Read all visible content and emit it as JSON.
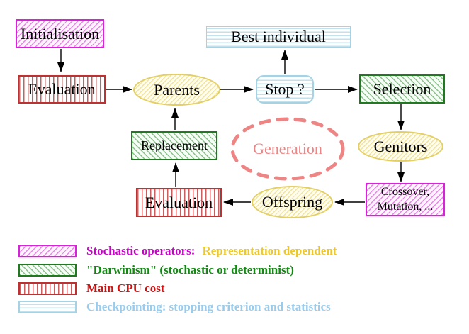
{
  "diagram": {
    "nodes": {
      "initialisation": "Initialisation",
      "evaluation_top": "Evaluation",
      "parents": "Parents",
      "best_individual": "Best individual",
      "stop": "Stop ?",
      "selection": "Selection",
      "genitors": "Genitors",
      "crossover_line1": "Crossover,",
      "crossover_line2": "Mutation, ...",
      "offspring": "Offspring",
      "evaluation_bottom": "Evaluation",
      "replacement": "Replacement",
      "generation": "Generation"
    },
    "edges": [
      {
        "from": "initialisation",
        "to": "evaluation_top"
      },
      {
        "from": "evaluation_top",
        "to": "parents"
      },
      {
        "from": "parents",
        "to": "stop"
      },
      {
        "from": "stop",
        "to": "best_individual"
      },
      {
        "from": "stop",
        "to": "selection"
      },
      {
        "from": "selection",
        "to": "genitors"
      },
      {
        "from": "genitors",
        "to": "crossover"
      },
      {
        "from": "crossover",
        "to": "offspring"
      },
      {
        "from": "offspring",
        "to": "evaluation_bottom"
      },
      {
        "from": "evaluation_bottom",
        "to": "replacement"
      },
      {
        "from": "replacement",
        "to": "parents"
      }
    ],
    "colors": {
      "magenta_border": "#da21da",
      "green_border": "#1f7a1f",
      "red_border": "#bf3030",
      "cyan_border": "#a5d3e4",
      "yellow_border": "#e3cf66",
      "generation_dashed": "#ee8585",
      "arrow": "#000000",
      "node_text": "#000000"
    }
  },
  "legend": {
    "items": [
      {
        "swatch": "magenta-diagonal-hatch",
        "label": "Stochastic operators:",
        "label_color": "#cb00cb",
        "label_secondary": "Representation dependent",
        "label_secondary_color": "#edc82a"
      },
      {
        "swatch": "green-diagonal-hatch",
        "label": "\"Darwinism\" (stochastic or determinist)",
        "label_color": "#128a12"
      },
      {
        "swatch": "red-vertical-stripes",
        "label": "Main CPU cost",
        "label_color": "#cc1111"
      },
      {
        "swatch": "cyan-horizontal-stripes",
        "label": "Checkpointing: stopping criterion and statistics",
        "label_color": "#99cbec"
      }
    ]
  }
}
